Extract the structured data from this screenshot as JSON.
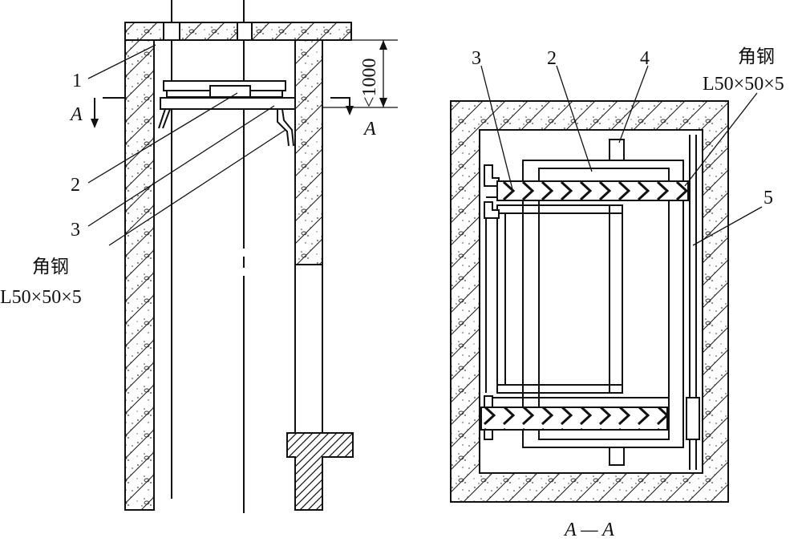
{
  "left_view": {
    "label_1": "1",
    "label_2": "2",
    "label_3": "3",
    "angle_steel_name": "角钢",
    "angle_steel_spec": "L50×50×5",
    "dimension": "<1000",
    "section_mark_left": "A",
    "section_mark_right": "A"
  },
  "right_view": {
    "label_3": "3",
    "label_2": "2",
    "label_4": "4",
    "label_5": "5",
    "angle_steel_name": "角钢",
    "angle_steel_spec": "L50×50×5",
    "section_title": "A — A"
  }
}
